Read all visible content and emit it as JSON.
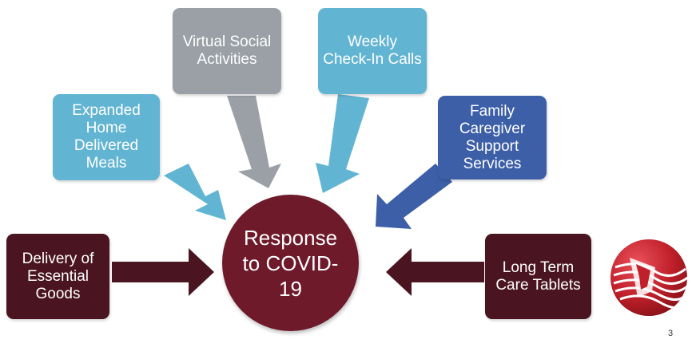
{
  "diagram": {
    "center": {
      "label": "Response to COVID-19"
    },
    "nodes": [
      {
        "id": "delivery-essential-goods",
        "label": "Delivery of Essential Goods",
        "color": "#4a1520"
      },
      {
        "id": "expanded-home-meals",
        "label": "Expanded Home Delivered Meals",
        "color": "#62b4d3"
      },
      {
        "id": "virtual-social",
        "label": "Virtual Social Activities",
        "color": "#9aa0a6"
      },
      {
        "id": "weekly-checkin",
        "label": "Weekly Check-In Calls",
        "color": "#62b4d3"
      },
      {
        "id": "family-caregiver",
        "label": "Family Caregiver Support Services",
        "color": "#3c5fa8"
      },
      {
        "id": "ltc-tablets",
        "label": "Long Term Care Tablets",
        "color": "#4a1520"
      }
    ]
  },
  "slide": {
    "page_number": "3"
  },
  "colors": {
    "center": "#6e1a2a",
    "dark_red": "#4a1520",
    "light_blue": "#62b4d3",
    "gray": "#9aa0a6",
    "blue": "#3c5fa8",
    "logo_red": "#c0202a"
  },
  "logo": {
    "icon": "red-globe-logo-icon"
  }
}
